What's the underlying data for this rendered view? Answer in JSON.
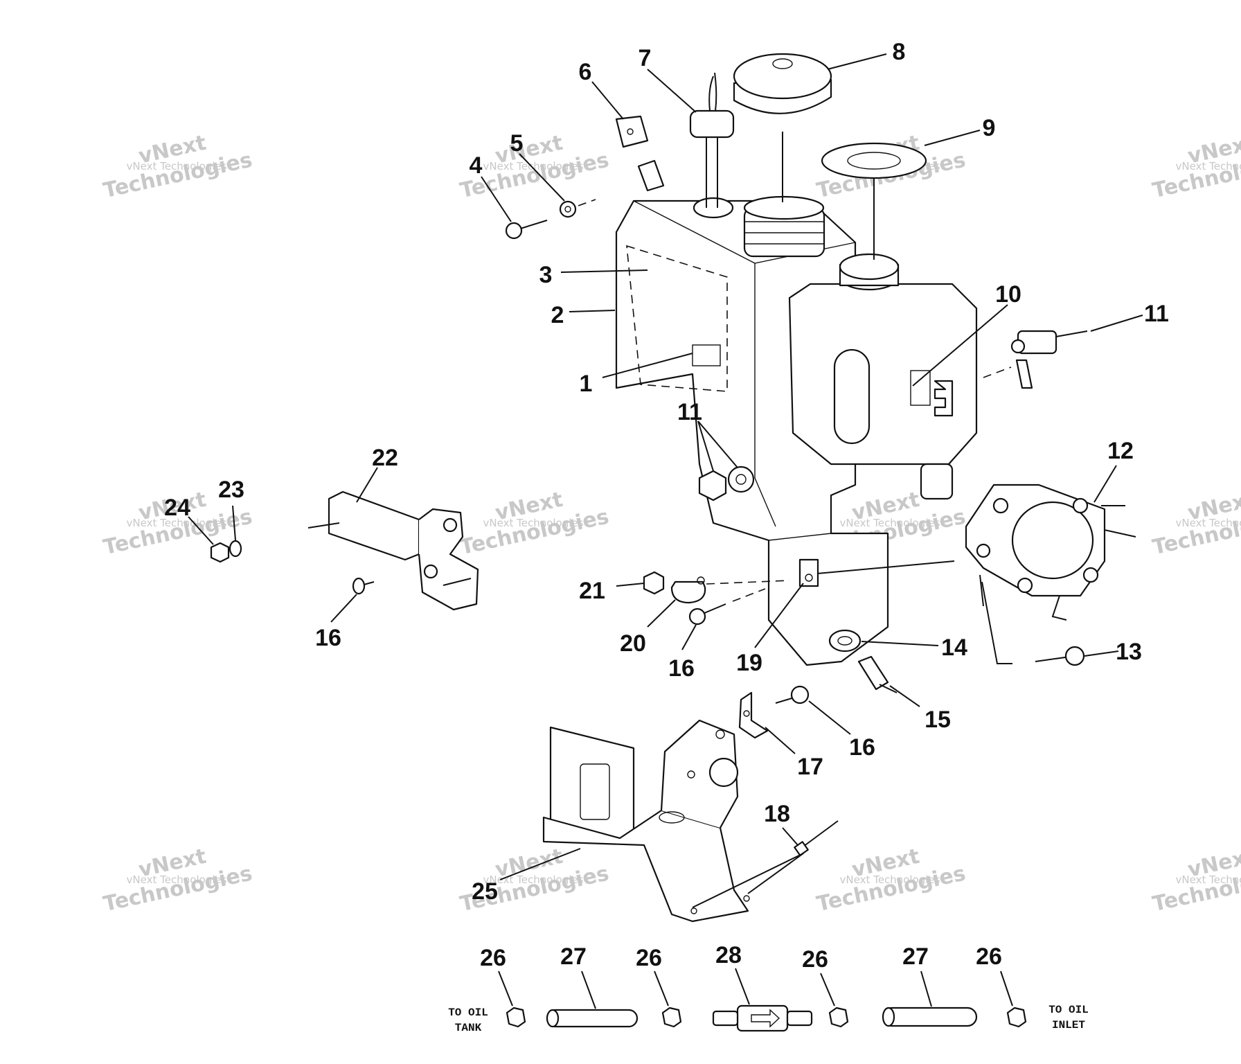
{
  "callouts": [
    {
      "n": "1"
    },
    {
      "n": "2"
    },
    {
      "n": "3"
    },
    {
      "n": "4"
    },
    {
      "n": "5"
    },
    {
      "n": "6"
    },
    {
      "n": "7"
    },
    {
      "n": "8"
    },
    {
      "n": "9"
    },
    {
      "n": "10"
    },
    {
      "n": "11"
    },
    {
      "n": "11"
    },
    {
      "n": "12"
    },
    {
      "n": "13"
    },
    {
      "n": "14"
    },
    {
      "n": "15"
    },
    {
      "n": "16"
    },
    {
      "n": "16"
    },
    {
      "n": "16"
    },
    {
      "n": "17"
    },
    {
      "n": "18"
    },
    {
      "n": "19"
    },
    {
      "n": "20"
    },
    {
      "n": "21"
    },
    {
      "n": "22"
    },
    {
      "n": "23"
    },
    {
      "n": "24"
    },
    {
      "n": "25"
    },
    {
      "n": "26"
    },
    {
      "n": "26"
    },
    {
      "n": "26"
    },
    {
      "n": "26"
    },
    {
      "n": "27"
    },
    {
      "n": "27"
    },
    {
      "n": "28"
    }
  ],
  "notes": {
    "to_oil_tank": [
      "TO OIL",
      "TANK"
    ],
    "to_oil_inlet": [
      "TO OIL",
      "INLET"
    ]
  },
  "watermark": {
    "line1": "vNext Technologies",
    "line2": "vNext",
    "line3": "Technologies"
  }
}
